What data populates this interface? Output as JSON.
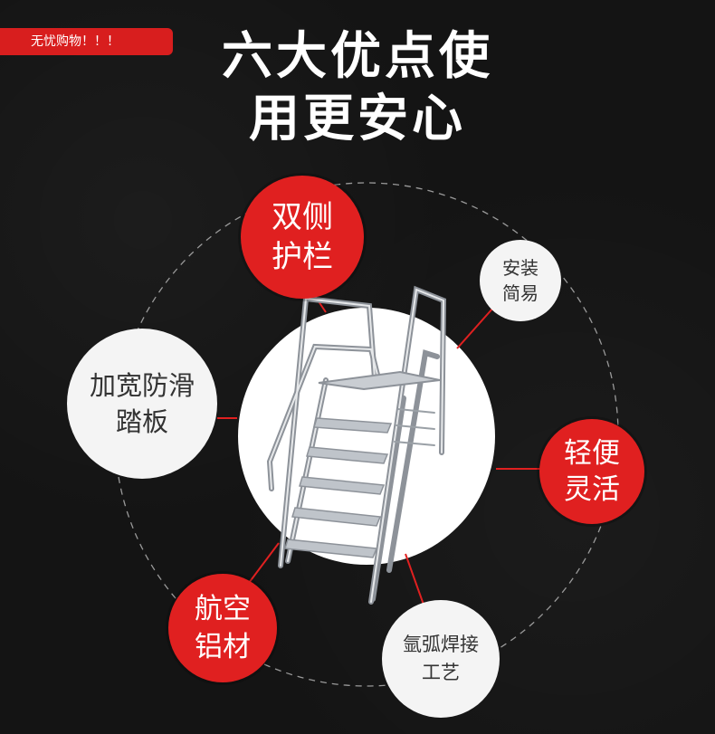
{
  "tag": {
    "label": "无忧购物！！！"
  },
  "headline": {
    "line1": "六大优点使",
    "line2": "用更安心"
  },
  "features": {
    "guardrail": [
      "双侧",
      "护栏"
    ],
    "install": [
      "安装",
      "简易"
    ],
    "tread": [
      "加宽防滑",
      "踏板"
    ],
    "portable": [
      "轻便",
      "灵活"
    ],
    "aluminum": [
      "航空",
      "铝材"
    ],
    "welding": [
      "氩弧焊接",
      "工艺"
    ]
  },
  "colors": {
    "accent": "#e02020",
    "background": "#141414",
    "bubble_light": "#f4f4f4"
  }
}
